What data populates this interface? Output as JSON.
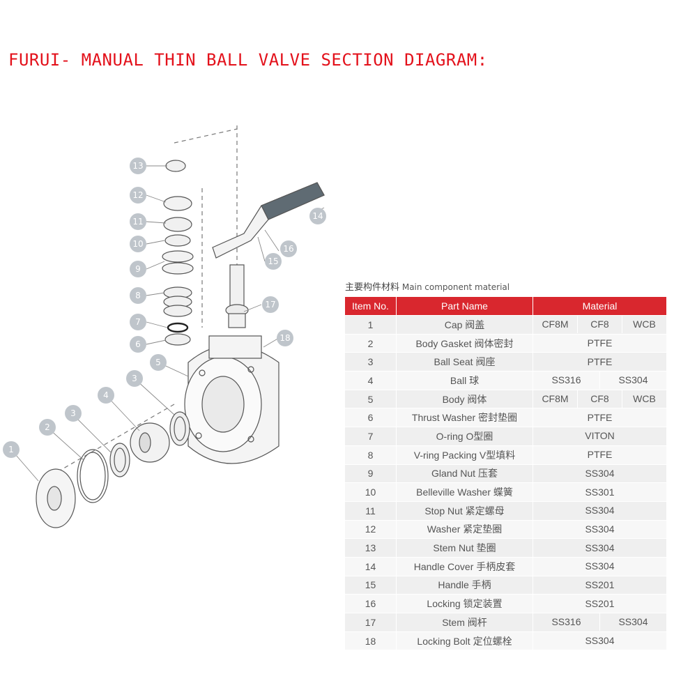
{
  "title": "FURUI- MANUAL THIN BALL VALVE SECTION DIAGRAM:",
  "diagram": {
    "callouts": [
      "1",
      "2",
      "3",
      "4",
      "5",
      "3",
      "6",
      "7",
      "8",
      "9",
      "10",
      "11",
      "12",
      "13",
      "14",
      "15",
      "16",
      "17",
      "18"
    ]
  },
  "table": {
    "caption_zh": "主要构件材料",
    "caption_en": "Main component material",
    "headers": [
      "Item No.",
      "Part Name",
      "Material"
    ],
    "rows": [
      {
        "no": "1",
        "name": "Cap 阀盖",
        "material": [
          "CF8M",
          "CF8",
          "WCB"
        ]
      },
      {
        "no": "2",
        "name": "Body Gasket 阀体密封",
        "material": [
          "PTFE"
        ]
      },
      {
        "no": "3",
        "name": "Ball Seat 阀座",
        "material": [
          "PTFE"
        ]
      },
      {
        "no": "4",
        "name": "Ball 球",
        "material": [
          "SS316",
          "SS304"
        ]
      },
      {
        "no": "5",
        "name": "Body 阀体",
        "material": [
          "CF8M",
          "CF8",
          "WCB"
        ]
      },
      {
        "no": "6",
        "name": "Thrust Washer 密封垫圈",
        "material": [
          "PTFE"
        ]
      },
      {
        "no": "7",
        "name": "O-ring O型圈",
        "material": [
          "VITON"
        ]
      },
      {
        "no": "8",
        "name": "V-ring Packing V型填料",
        "material": [
          "PTFE"
        ]
      },
      {
        "no": "9",
        "name": "Gland Nut 压套",
        "material": [
          "SS304"
        ]
      },
      {
        "no": "10",
        "name": "Belleville Washer 蝶簧",
        "material": [
          "SS301"
        ]
      },
      {
        "no": "11",
        "name": "Stop Nut 紧定螺母",
        "material": [
          "SS304"
        ]
      },
      {
        "no": "12",
        "name": "Washer 紧定垫圈",
        "material": [
          "SS304"
        ]
      },
      {
        "no": "13",
        "name": "Stem Nut 垫圈",
        "material": [
          "SS304"
        ]
      },
      {
        "no": "14",
        "name": "Handle Cover 手柄皮套",
        "material": [
          "SS304"
        ]
      },
      {
        "no": "15",
        "name": "Handle 手柄",
        "material": [
          "SS201"
        ]
      },
      {
        "no": "16",
        "name": "Locking 锁定装置",
        "material": [
          "SS201"
        ]
      },
      {
        "no": "17",
        "name": "Stem 阀杆",
        "material": [
          "SS316",
          "SS304"
        ]
      },
      {
        "no": "18",
        "name": "Locking Bolt 定位螺栓",
        "material": [
          "SS304"
        ]
      }
    ]
  },
  "colors": {
    "title": "#e3111b",
    "header": "#d9272e",
    "callout": "#bfc5cb"
  }
}
